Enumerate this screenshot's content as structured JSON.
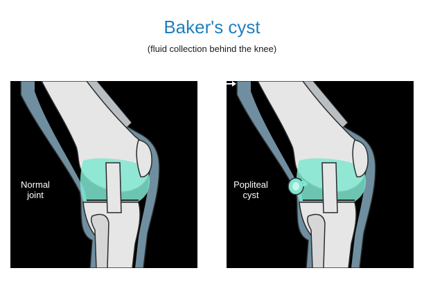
{
  "header": {
    "title": "Baker's cyst",
    "subtitle": "(fluid collection behind the knee)"
  },
  "panels": {
    "left": {
      "label_line1": "Normal",
      "label_line2": "joint"
    },
    "right": {
      "label_line1": "Popliteal",
      "label_line2": "cyst"
    }
  },
  "colors": {
    "title": "#1f7fbf",
    "background": "#000000",
    "skin": "#6f8fa0",
    "bone": "#e6e6e6",
    "bone_outline": "#2a2a2a",
    "fluid": "#7fe6d0",
    "muscle": "#b9bec2"
  }
}
